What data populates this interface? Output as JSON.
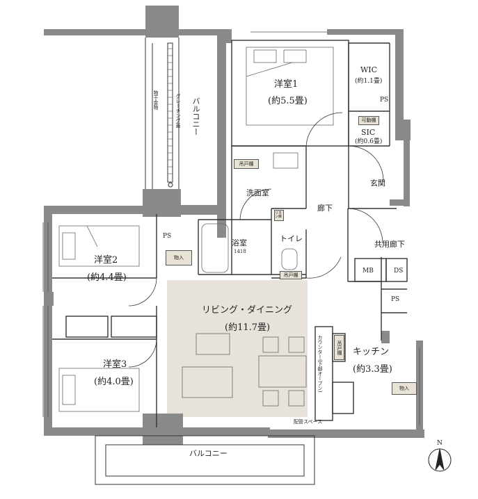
{
  "rooms": {
    "bed1": {
      "name": "洋室1",
      "size": "(約5.5畳)"
    },
    "bed2": {
      "name": "洋室2",
      "size": "(約4.4畳)"
    },
    "bed3": {
      "name": "洋室3",
      "size": "(約4.0畳)"
    },
    "living": {
      "name": "リビング・ダイニング",
      "size": "(約11.7畳)"
    },
    "kitchen": {
      "name": "キッチン",
      "size": "(約3.3畳)"
    },
    "wic": {
      "name": "WIC",
      "size": "(約1.1畳)"
    },
    "sic": {
      "tag": "可動棚",
      "name": "SIC",
      "size": "(約0.6畳)"
    },
    "washroom": {
      "name": "洗面室"
    },
    "bath": {
      "name": "浴室",
      "size": "1418"
    },
    "toilet": {
      "name": "トイレ"
    },
    "hallway": {
      "name": "廊下"
    },
    "entrance": {
      "name": "玄関"
    },
    "common_corridor": {
      "name": "共用廊下"
    },
    "balcony_top": {
      "name": "バルコニー"
    },
    "balcony_bottom": {
      "name": "バルコニー"
    }
  },
  "labels": {
    "ps": "PS",
    "mb": "MB",
    "ds": "DS",
    "storage": "物入",
    "hanging_shelf": "吊戸棚",
    "linen": "リネン庫",
    "grating": "グレーチング蓋",
    "drying": "物干金物",
    "counter": "カウンター(下部オープン)",
    "pipe_space": "配管スペース",
    "north": "N"
  },
  "colors": {
    "wall": "#8a8a8a",
    "living_floor": "#e8e3da",
    "tag_fill": "#e9e3d6",
    "line": "#333333"
  }
}
